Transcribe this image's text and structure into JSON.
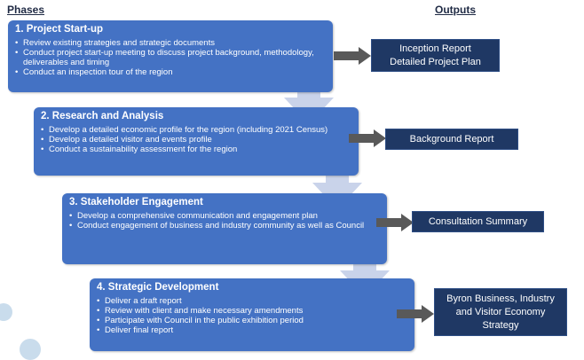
{
  "headers": {
    "phases": "Phases",
    "outputs": "Outputs"
  },
  "phases": [
    {
      "title": "1. Project Start-up",
      "bullets": [
        "Review existing strategies and strategic documents",
        "Conduct project start-up meeting to discuss project background, methodology, deliverables and timing",
        "Conduct an inspection tour of the region"
      ]
    },
    {
      "title": "2. Research and Analysis",
      "bullets": [
        "Develop a detailed economic profile for the region (including 2021 Census)",
        "Develop a detailed visitor and events profile",
        "Conduct a sustainability assessment for the region"
      ]
    },
    {
      "title": "3. Stakeholder Engagement",
      "bullets": [
        "Develop a comprehensive communication and engagement plan",
        "Conduct engagement of business and industry community as well as Council"
      ]
    },
    {
      "title": "4. Strategic Development",
      "bullets": [
        "Deliver a draft report",
        "Review with client and make necessary amendments",
        "Participate with Council in the public exhibition period",
        "Deliver final report"
      ]
    }
  ],
  "outputs": [
    [
      "Inception Report",
      "Detailed Project Plan"
    ],
    [
      "Background Report"
    ],
    [
      "Consultation Summary"
    ],
    [
      "Byron Business, Industry",
      "and Visitor Economy",
      "Strategy"
    ]
  ],
  "colors": {
    "phase_box": "#4472c4",
    "output_box": "#1f3864",
    "arrow_right": "#595959",
    "arrow_down": "#c9d3ea"
  }
}
